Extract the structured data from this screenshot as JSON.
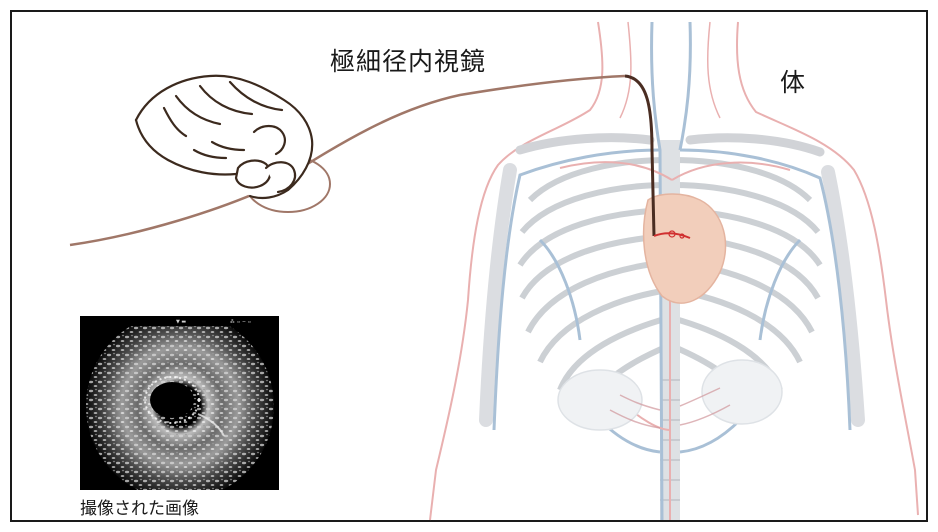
{
  "labels": {
    "probe": "極細径内視鏡",
    "body": "体",
    "captured_image": "撮像された画像"
  },
  "colors": {
    "catheter": "#a07768",
    "catheter_inner": "#4a2d22",
    "skin_outline": "#e6a3a3",
    "vein": "#9bb6cf",
    "bone": "#c9ccd1",
    "heart": "#f0c6b0",
    "tip_marker": "#d03030",
    "hand_outline": "#3c2a1e",
    "frame": "#1a1a1a"
  },
  "icons": {
    "hand": "hand-holding-catheter-illustration",
    "body": "human-torso-anatomy-illustration",
    "ultrasound": "intravascular-ultrasound-image"
  }
}
